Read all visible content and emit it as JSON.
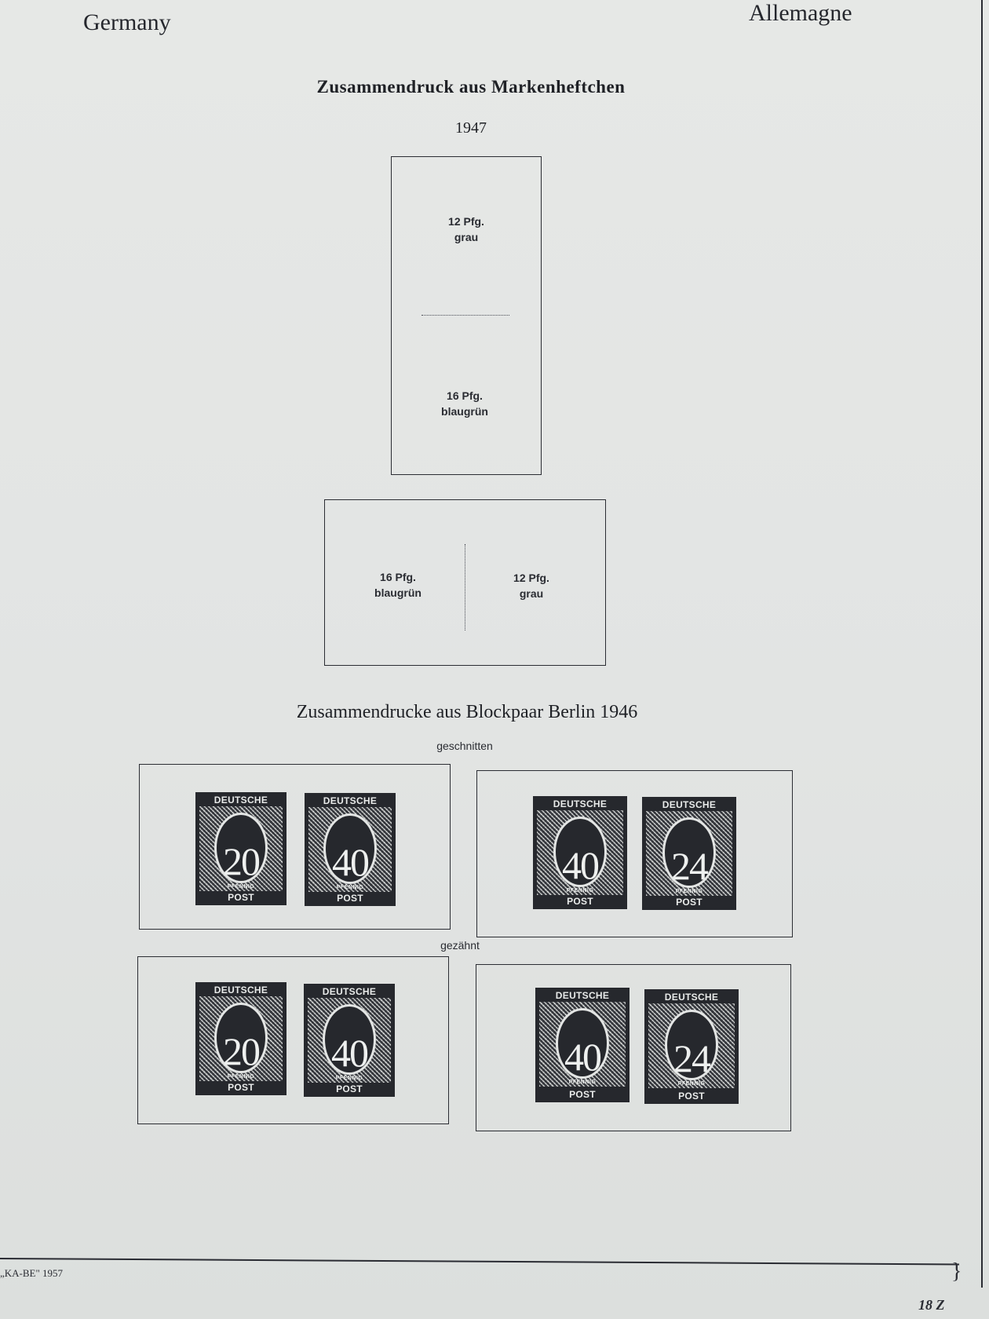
{
  "header": {
    "left": "Germany",
    "right": "Allemagne"
  },
  "section1": {
    "title": "Zusammendruck aus Markenheftchen",
    "year": "1947",
    "vertical_pair": {
      "top": {
        "value": "12 Pfg.",
        "color": "grau"
      },
      "bottom": {
        "value": "16 Pfg.",
        "color": "blaugrün"
      }
    },
    "horizontal_pair": {
      "left": {
        "value": "16 Pfg.",
        "color": "blaugrün"
      },
      "right": {
        "value": "12 Pfg.",
        "color": "grau"
      }
    }
  },
  "section2": {
    "title": "Zusammendrucke aus Blockpaar Berlin 1946",
    "label_imperf": "geschnitten",
    "label_perf": "gezähnt",
    "stamp_top": "DEUTSCHE",
    "stamp_bottom": "POST",
    "stamp_unit": "PFENNIG",
    "rows": [
      {
        "left": [
          "20",
          "40"
        ],
        "right": [
          "40",
          "24"
        ]
      },
      {
        "left": [
          "20",
          "40"
        ],
        "right": [
          "40",
          "24"
        ]
      }
    ]
  },
  "footer": {
    "left": "„KA-BE\" 1957",
    "right": "18 Z"
  }
}
